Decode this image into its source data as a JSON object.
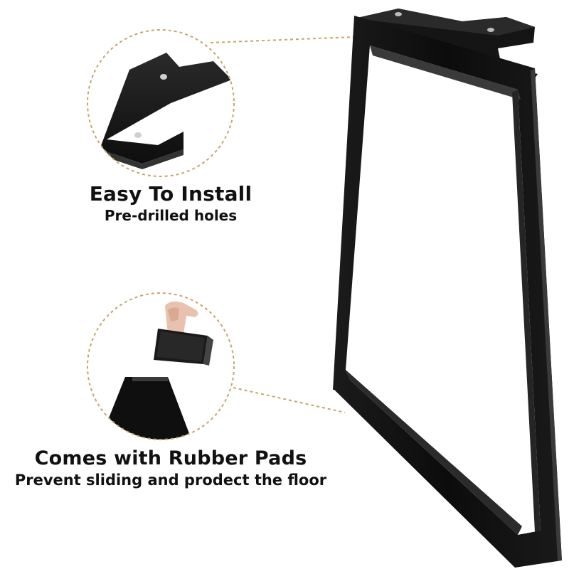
{
  "colors": {
    "metal": "#0d0d0d",
    "metal_edge": "#3a3a3a",
    "callout_line": "#c8a46a",
    "background": "#ffffff"
  },
  "callouts": [
    {
      "title": "Easy To Install",
      "subtitle": "Pre-drilled holes",
      "detail_image": "mounting-plate-detail"
    },
    {
      "title": "Comes with Rubber Pads",
      "subtitle": "Prevent sliding and prodect the floor",
      "detail_image": "rubber-pad-detail"
    }
  ],
  "product": {
    "image": "trapezoid-metal-table-leg"
  }
}
